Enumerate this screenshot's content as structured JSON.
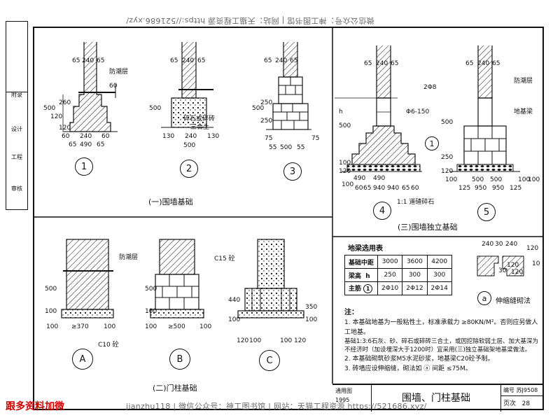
{
  "watermark_top": "微信公众号：神工图书馆 | 网站：天猫工程资源 https://521686.xyz/",
  "watermark_bottom_red": "跟多资料加微",
  "watermark_bottom": "jianzhu118 | 微信公众号：神工图书馆 | 网站：天猫工程资源 https://521686.xyz/",
  "sidebar": {
    "items": [
      "附录",
      "设计",
      "工程",
      "审核"
    ]
  },
  "sections": {
    "wall_foundation": "(一)围墙基础",
    "column_foundation": "(二)门柱基础",
    "wall_isolated": "(三)围墙独立基础"
  },
  "details": {
    "d1": {
      "mark": "1",
      "label_damp": "防潮层",
      "dims": [
        "65",
        "240",
        "65",
        "60",
        "500",
        "120",
        "260",
        "120",
        "60",
        "240",
        "60",
        "65",
        "490",
        "65"
      ]
    },
    "d2": {
      "mark": "2",
      "label_fill": "碎石或碎砖",
      "label_fill2": "三合土",
      "dims": [
        "65",
        "240",
        "65",
        "500",
        "130",
        "240",
        "130",
        "500"
      ]
    },
    "d3": {
      "mark": "3",
      "dims": [
        "65",
        "240",
        "65",
        "500",
        "250",
        "250",
        "75",
        "75",
        "55",
        "500",
        "55"
      ]
    },
    "d4": {
      "mark": "4",
      "label_rebar": "2Φ8",
      "label_stirrup": "Φ6-150",
      "label_h": "h",
      "label_gravel": "1:1 道碴碎石",
      "dims": [
        "65",
        "240",
        "65",
        "500",
        "100",
        "120",
        "490",
        "490",
        "100",
        "60",
        "65",
        "940",
        "940",
        "65",
        "60"
      ]
    },
    "d5": {
      "mark": "5",
      "label_damp": "防潮层",
      "label_beam": "地基梁",
      "dims": [
        "65",
        "240",
        "65",
        "500",
        "250",
        "120",
        "100",
        "100",
        "500",
        "500",
        "100",
        "125",
        "950",
        "950",
        "125"
      ]
    },
    "dA": {
      "mark": "A",
      "label_damp": "防潮层",
      "label_c10": "C10 砼",
      "dims": [
        "500",
        "100",
        "100",
        "≥370",
        "100"
      ]
    },
    "dB": {
      "mark": "B",
      "dims": [
        "500",
        "100",
        "100",
        "≥500",
        "100"
      ]
    },
    "dC": {
      "mark": "C",
      "label_c15": "C15 砼",
      "dims": [
        "440",
        "100",
        "350",
        "100",
        "120",
        "100",
        "100",
        "120"
      ]
    },
    "da": {
      "mark": "a",
      "label": "伸缩缝砌法",
      "dims": [
        "240",
        "30",
        "240",
        "120",
        "120",
        "30",
        "120",
        "10"
      ]
    }
  },
  "beam_table": {
    "title": "地梁选用表",
    "row_labels": [
      "基础中距",
      "梁高",
      "主筋"
    ],
    "row_symbols": [
      "",
      "h",
      "1"
    ],
    "values": [
      [
        "3000",
        "3600",
        "4200"
      ],
      [
        "250",
        "300",
        "300"
      ],
      [
        "2Φ10",
        "2Φ12",
        "2Φ14"
      ]
    ]
  },
  "notes": {
    "title": "注：",
    "items": [
      "1. 本基础地基为一般粘性土，标准承载力 ≥80KN/M²。否则应另做人工地基。",
      "基础1:3:6石灰、砂、碎石或碎砖三合土，或因挖除软弱土层、加大基深为不经济时（加设埋深大于1200时）宜采用(三)独立基础架地基梁做法。",
      "2. 本基础砌筑砂浆M5水泥砂浆，地基梁C20砼予制。",
      "3. 砖墙应设伸缩缝，砌法如 ⓐ 间距 ≤75M。"
    ]
  },
  "title_block": {
    "used": "通用图",
    "year": "1995",
    "title": "围墙、门柱基础",
    "code_label": "编号",
    "code": "苏J9508",
    "page_label": "页次",
    "page": "28"
  }
}
